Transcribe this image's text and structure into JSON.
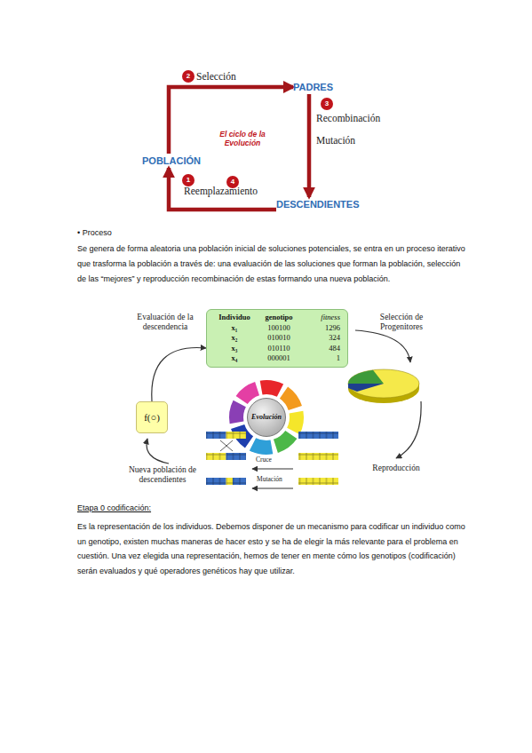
{
  "diagram": {
    "nodes": [
      {
        "text": [
          "POBLACIÓN"
        ]
      },
      {
        "text": [
          "PADRES"
        ]
      },
      {
        "text": [
          "DESCENDIENTES"
        ]
      },
      {
        "text": [
          "1"
        ]
      },
      {
        "text": [
          "2"
        ]
      },
      {
        "text": [
          "3"
        ]
      },
      {
        "text": [
          "4"
        ]
      },
      {
        "text": [
          "Individuo",
          "genotipo",
          "fitness",
          "x₁",
          "100100",
          "1296",
          "x₂",
          "010010",
          "324",
          "x₃",
          "010110",
          "484",
          "x₄",
          "000001",
          "1"
        ]
      },
      {
        "text": [
          "f(○)"
        ]
      },
      {
        "text": [
          "Evolución"
        ]
      }
    ],
    "edges": [
      {
        "from": 0,
        "to": 1,
        "arrow": "to",
        "label": "Selección"
      },
      {
        "from": 1,
        "to": 2,
        "arrow": "to",
        "label": "Recombinación"
      },
      {
        "from": 2,
        "to": 0,
        "arrow": "to",
        "label": "Reemplazamiento"
      },
      {
        "from": 8,
        "to": 7,
        "arrow": "to"
      }
    ],
    "labels": [
      "El ciclo de la Evolución",
      "Mutación",
      "• Proceso",
      "Se genera de forma aleatoria una población inicial de soluciones potenciales, se entra en un proceso iterativo que trasforma la población a través de: una evaluación de las soluciones que forman la población, selección de las “mejores” y reproducción recombinación de estas formando una nueva población.",
      "Evaluación de la descendencia",
      "Selección de Progenitores",
      "Reproducción",
      "Cruce",
      "Mutación",
      "Nueva población de descendientes",
      "Etapa 0 codificación:",
      "Es la representación de los individuos. Debemos disponer de un mecanismo para codificar un individuo como un genotipo, existen muchas maneras de hacer esto y se ha de elegir la más relevante para el problema en cuestión. Una vez elegida una representación, hemos de tener en mente cómo los genotipos (codificación) serán evaluados y qué operadores genéticos hay que utilizar."
    ]
  }
}
